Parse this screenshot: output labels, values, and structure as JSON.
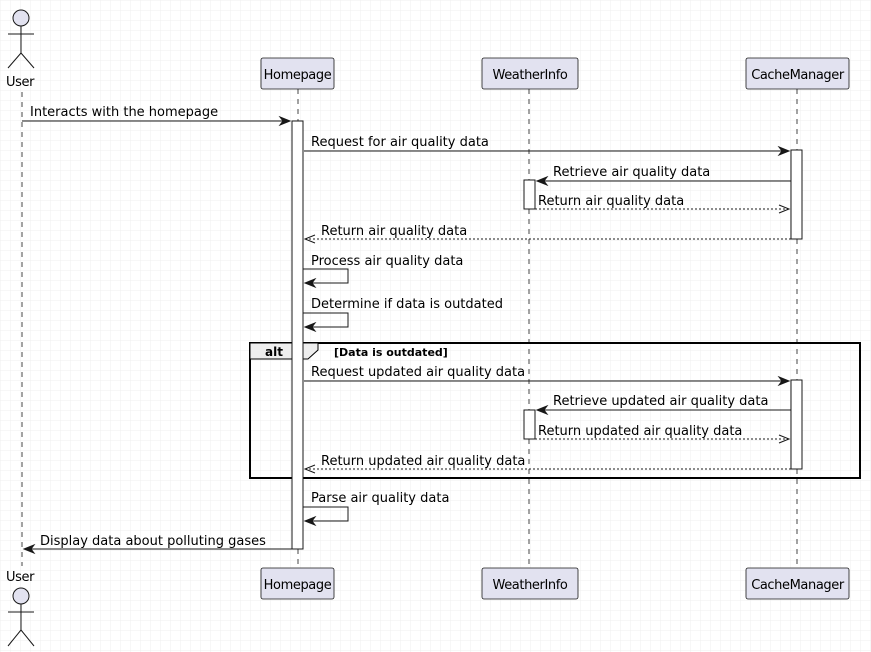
{
  "colors": {
    "participant_fill": "#E2E2F0",
    "participant_border": "#181818",
    "lifeline": "#181818",
    "activation_fill": "#FFFFFF",
    "arrow": "#181818",
    "grid": "#ECECEC"
  },
  "participants": {
    "user": {
      "label": "User",
      "kind": "actor"
    },
    "homepage": {
      "label": "Homepage",
      "kind": "participant"
    },
    "weatherinfo": {
      "label": "WeatherInfo",
      "kind": "participant"
    },
    "cachemanager": {
      "label": "CacheManager",
      "kind": "participant"
    }
  },
  "messages": [
    {
      "from": "user",
      "to": "homepage",
      "label": "Interacts with the homepage",
      "style": "solid"
    },
    {
      "from": "homepage",
      "to": "cachemanager",
      "label": "Request for air quality data",
      "style": "solid"
    },
    {
      "from": "cachemanager",
      "to": "weatherinfo",
      "label": "Retrieve air quality data",
      "style": "solid"
    },
    {
      "from": "weatherinfo",
      "to": "cachemanager",
      "label": "Return air quality data",
      "style": "dashed"
    },
    {
      "from": "cachemanager",
      "to": "homepage",
      "label": "Return air quality data",
      "style": "dashed"
    },
    {
      "from": "homepage",
      "to": "homepage",
      "label": "Process air quality data",
      "style": "self"
    },
    {
      "from": "homepage",
      "to": "homepage",
      "label": "Determine if data is outdated",
      "style": "self"
    },
    {
      "from": "homepage",
      "to": "cachemanager",
      "label": "Request updated air quality data",
      "style": "solid"
    },
    {
      "from": "cachemanager",
      "to": "weatherinfo",
      "label": "Retrieve updated air quality data",
      "style": "solid"
    },
    {
      "from": "weatherinfo",
      "to": "cachemanager",
      "label": "Return updated air quality data",
      "style": "dashed"
    },
    {
      "from": "cachemanager",
      "to": "homepage",
      "label": "Return updated air quality data",
      "style": "dashed"
    },
    {
      "from": "homepage",
      "to": "homepage",
      "label": "Parse air quality data",
      "style": "self"
    },
    {
      "from": "homepage",
      "to": "user",
      "label": "Display data about polluting gases",
      "style": "solid"
    }
  ],
  "fragment": {
    "operator": "alt",
    "guard": "[Data is outdated]"
  }
}
